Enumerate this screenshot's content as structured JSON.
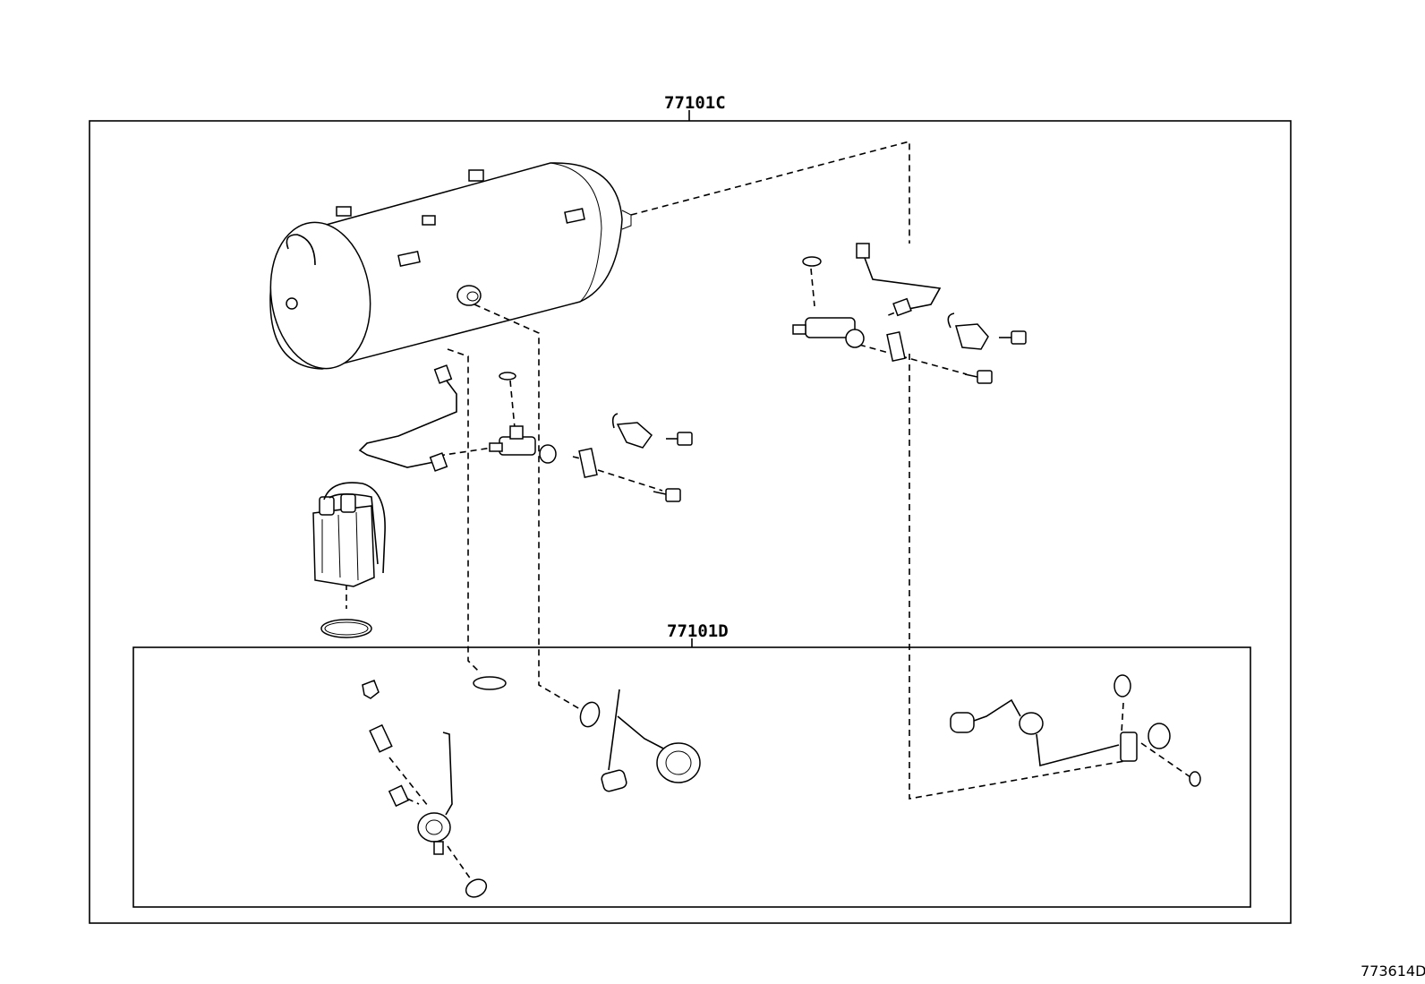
{
  "callouts": {
    "assembly_upper": "77101C",
    "assembly_lower": "77101D"
  },
  "reference_code": "773614D"
}
